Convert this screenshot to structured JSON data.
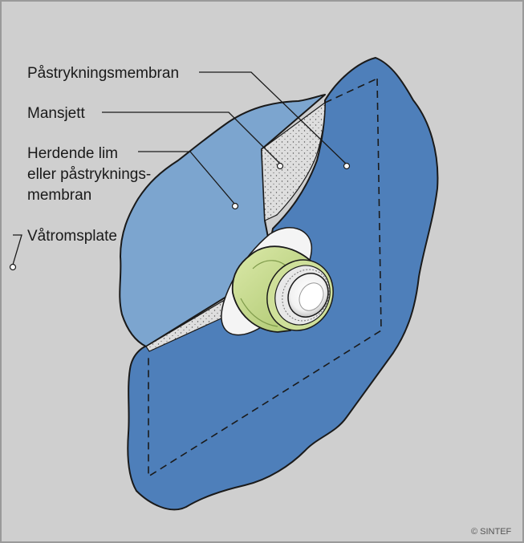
{
  "labels": {
    "membrane": "Påstrykningsmembran",
    "cuff": "Mansjett",
    "adhesive_line1": "Herdende lim",
    "adhesive_line2": "eller påstryknings-",
    "adhesive_line3": "membran",
    "wetroom_board": "Våtromsplate"
  },
  "copyright": "© SINTEF",
  "colors": {
    "background": "#cfcfcf",
    "frame": "#9a9a9a",
    "membrane_dark": "#4e7fba",
    "membrane_light": "#7ca5cf",
    "cuff_dots": "#dcdcdc",
    "fitting_green": "#c8dc8c",
    "pipe_white": "#ffffff",
    "outline": "#1a1a1a"
  }
}
